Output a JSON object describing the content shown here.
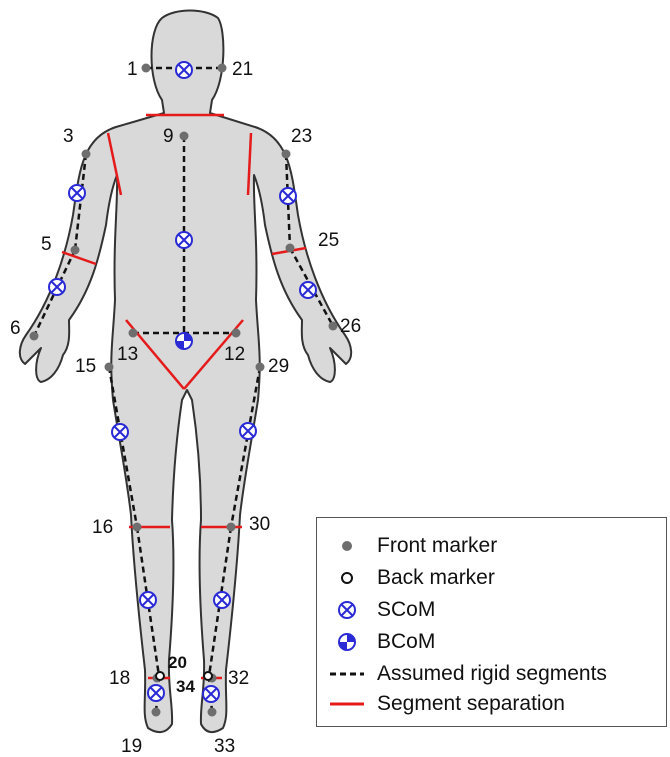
{
  "colors": {
    "body_fill": "#d9d9d9",
    "body_outline": "#333333",
    "front_marker": "#6e6e6e",
    "back_marker": "#111111",
    "scom": "#2b2bd6",
    "bcom": "#2b2bd6",
    "rigid_segment": "#111111",
    "segment_separation": "#e51b1b"
  },
  "markers": {
    "front": [
      {
        "id": "1"
      },
      {
        "id": "21"
      },
      {
        "id": "9"
      },
      {
        "id": "3"
      },
      {
        "id": "23"
      },
      {
        "id": "5"
      },
      {
        "id": "25"
      },
      {
        "id": "6"
      },
      {
        "id": "26"
      },
      {
        "id": "13"
      },
      {
        "id": "12"
      },
      {
        "id": "15"
      },
      {
        "id": "29"
      },
      {
        "id": "16"
      },
      {
        "id": "30"
      },
      {
        "id": "18"
      },
      {
        "id": "32"
      },
      {
        "id": "19"
      },
      {
        "id": "33"
      }
    ],
    "back": [
      {
        "id": "20"
      },
      {
        "id": "34"
      }
    ]
  },
  "legend": {
    "items": [
      {
        "symbol": "front-marker",
        "label": "Front marker"
      },
      {
        "symbol": "back-marker",
        "label": "Back marker"
      },
      {
        "symbol": "scom",
        "label": "SCoM"
      },
      {
        "symbol": "bcom",
        "label": "BCoM"
      },
      {
        "symbol": "dashed-line",
        "label": "Assumed rigid segments"
      },
      {
        "symbol": "red-line",
        "label": "Segment separation"
      }
    ]
  }
}
